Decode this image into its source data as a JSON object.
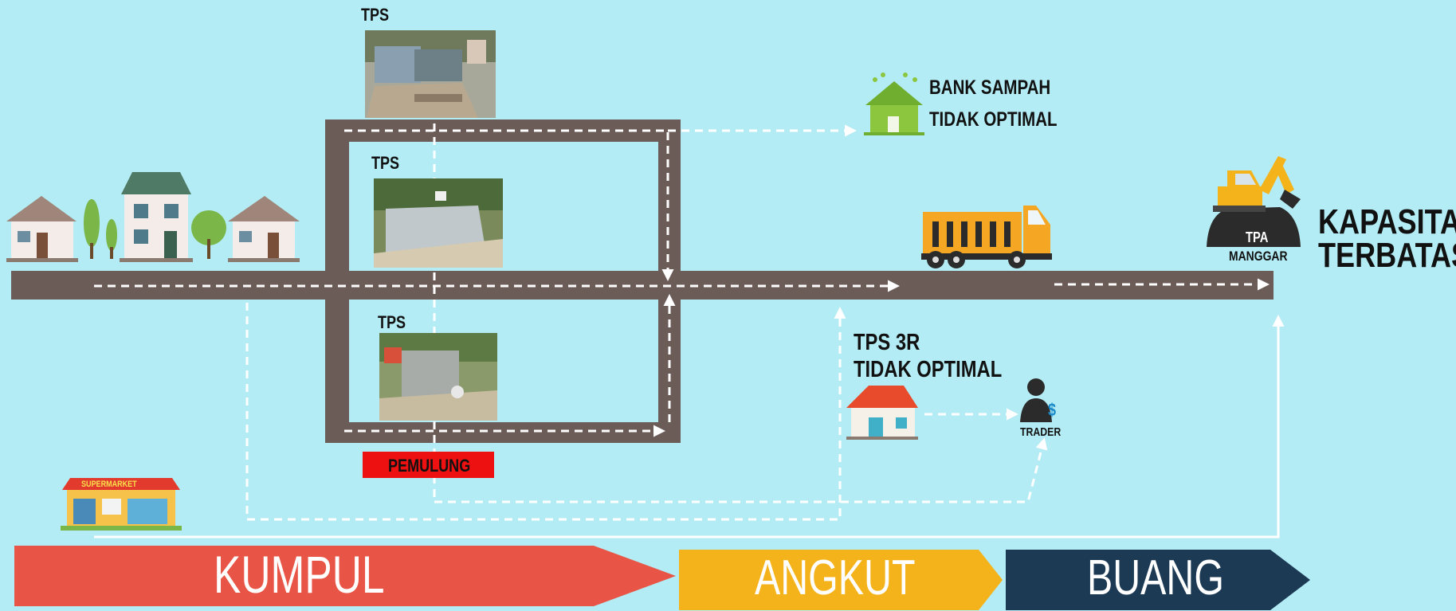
{
  "labels": {
    "tps_top": "TPS",
    "tps_middle": "TPS",
    "tps_bottom": "TPS",
    "bank_sampah_line1": "BANK SAMPAH",
    "bank_sampah_line2": "TIDAK OPTIMAL",
    "tps3r_line1": "TPS 3R",
    "tps3r_line2": "TIDAK OPTIMAL",
    "trader": "TRADER",
    "tpa_line1": "TPA",
    "tpa_line2": "MANGGAR",
    "kapasitas_line1": "KAPASITAS",
    "kapasitas_line2": "TERBATAS",
    "pemulung": "PEMULUNG",
    "supermarket": "SUPERMARKET"
  },
  "stages": [
    {
      "label": "KUMPUL",
      "color": "#e85445"
    },
    {
      "label": "ANGKUT",
      "color": "#f5b31b"
    },
    {
      "label": "BUANG",
      "color": "#1d3a55"
    }
  ],
  "colors": {
    "background": "#b3ecf4",
    "road": "#6b5c58",
    "flow_line": "#ffffff",
    "pemulung_badge": "#ee1111",
    "truck": "#f5a623",
    "bank_house": "#8cc63f"
  }
}
